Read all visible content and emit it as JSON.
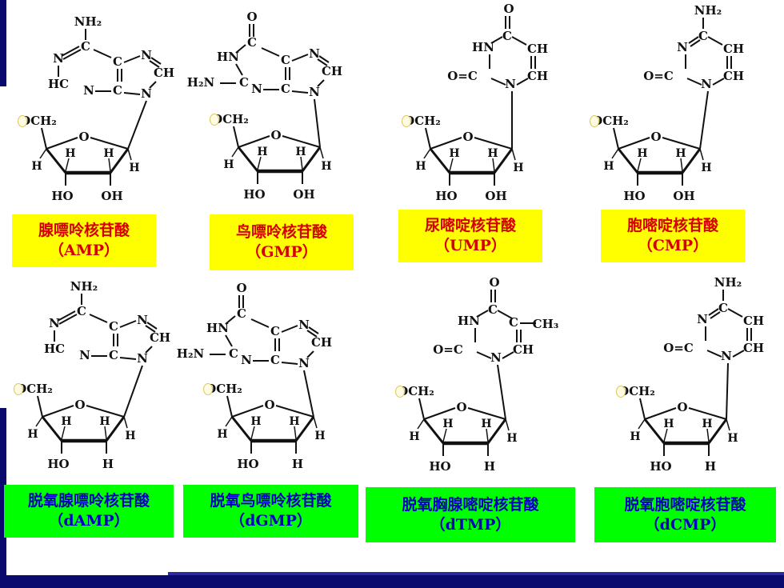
{
  "ribonucleotides": [
    {
      "name": "腺嘌呤核苷酸",
      "abbr": "（AMP）",
      "base": "adenine",
      "sugar": "ribose"
    },
    {
      "name": "鸟嘌呤核苷酸",
      "abbr": "（GMP）",
      "base": "guanine",
      "sugar": "ribose"
    },
    {
      "name": "尿嘧啶核苷酸",
      "abbr": "（UMP）",
      "base": "uracil",
      "sugar": "ribose"
    },
    {
      "name": "胞嘧啶核苷酸",
      "abbr": "（CMP）",
      "base": "cytosine",
      "sugar": "ribose"
    }
  ],
  "deoxyribonucleotides": [
    {
      "name": "脱氧腺嘌呤核苷酸",
      "abbr": "（dAMP）",
      "base": "adenine",
      "sugar": "deoxyribose"
    },
    {
      "name": "脱氧鸟嘌呤核苷酸",
      "abbr": "（dGMP）",
      "base": "guanine",
      "sugar": "deoxyribose"
    },
    {
      "name": "脱氧胸腺嘧啶核苷酸",
      "abbr": "（dTMP）",
      "base": "thymine",
      "sugar": "deoxyribose"
    },
    {
      "name": "脱氧胞嘧啶核苷酸",
      "abbr": "（dCMP）",
      "base": "cytosine",
      "sugar": "deoxyribose"
    }
  ],
  "atoms": {
    "nh2": "NH₂",
    "o": "O",
    "n": "N",
    "hn": "HN",
    "hc": "HC",
    "ch": "CH",
    "c": "C",
    "h": "H",
    "ho": "HO",
    "oh": "OH",
    "och2": "OCH₂",
    "h2n": "H₂N",
    "ch3": "CH₃",
    "c_eq_o_left": "O=C",
    "ring_o": "O"
  },
  "colors": {
    "ribo_bg": "#ffff00",
    "ribo_text": "#d40000",
    "deoxy_bg": "#00ff00",
    "deoxy_text": "#0000c0",
    "frame": "#0a0a6e"
  }
}
